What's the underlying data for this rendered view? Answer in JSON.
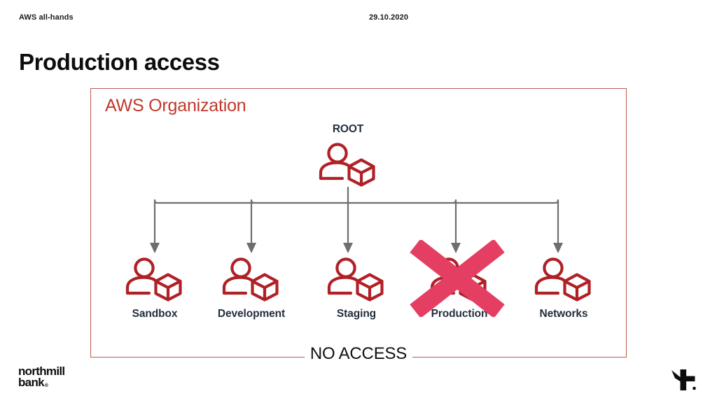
{
  "header": {
    "left_label": "AWS all-hands",
    "date": "29.10.2020"
  },
  "title": "Production access",
  "diagram": {
    "container_label": "AWS Organization",
    "root": {
      "label": "ROOT",
      "icon": "aws-account-icon"
    },
    "children": [
      {
        "label": "Sandbox",
        "icon": "aws-account-icon",
        "blocked": false
      },
      {
        "label": "Development",
        "icon": "aws-account-icon",
        "blocked": false
      },
      {
        "label": "Staging",
        "icon": "aws-account-icon",
        "blocked": false
      },
      {
        "label": "Production",
        "icon": "aws-account-icon",
        "blocked": true
      },
      {
        "label": "Networks",
        "icon": "aws-account-icon",
        "blocked": false
      }
    ],
    "annotation": "NO ACCESS"
  },
  "footer": {
    "brand_line1": "northmill",
    "brand_line2": "bank",
    "brand_mark_suffix": "®",
    "brand_mark_icon": "northmill-symbol-icon"
  },
  "colors": {
    "accent_red": "#b02127",
    "org_border": "#bb5a50",
    "org_title": "#c0392b",
    "cross_pink": "#e43f63",
    "connector_gray": "#6e6e6e",
    "label_dark": "#232f3e",
    "background": "#ffffff"
  }
}
